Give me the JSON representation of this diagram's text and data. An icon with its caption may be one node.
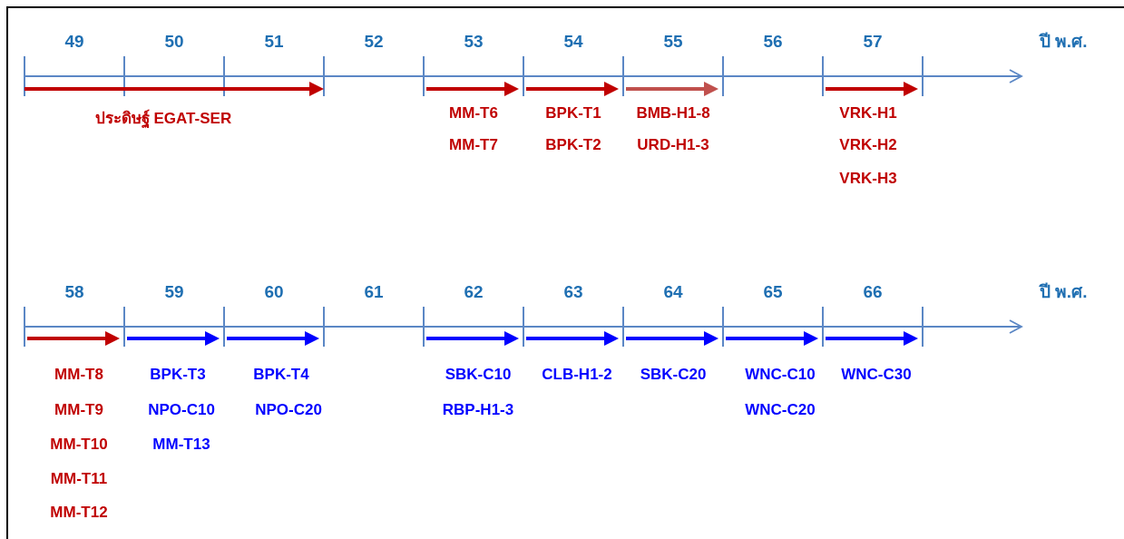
{
  "diagram": {
    "labels": [
      "49",
      "50",
      "51",
      "52",
      "53",
      "54",
      "55",
      "56",
      "57",
      "ปี พ.ศ.",
      "ประดิษฐ์ EGAT-SER",
      "MM-T6",
      "BPK-T1",
      "BMB-H1-8",
      "VRK-H1",
      "MM-T7",
      "BPK-T2",
      "URD-H1-3",
      "VRK-H2",
      "VRK-H3",
      "58",
      "59",
      "60",
      "61",
      "62",
      "63",
      "64",
      "65",
      "66",
      "ปี พ.ศ.",
      "MM-T8",
      "BPK-T3",
      "BPK-T4",
      "SBK-C10",
      "CLB-H1-2",
      "SBK-C20",
      "WNC-C10",
      "WNC-C30",
      "MM-T9",
      "NPO-C10",
      "NPO-C20",
      "RBP-H1-3",
      "WNC-C20",
      "MM-T10",
      "MM-T13",
      "MM-T11",
      "MM-T12"
    ]
  }
}
